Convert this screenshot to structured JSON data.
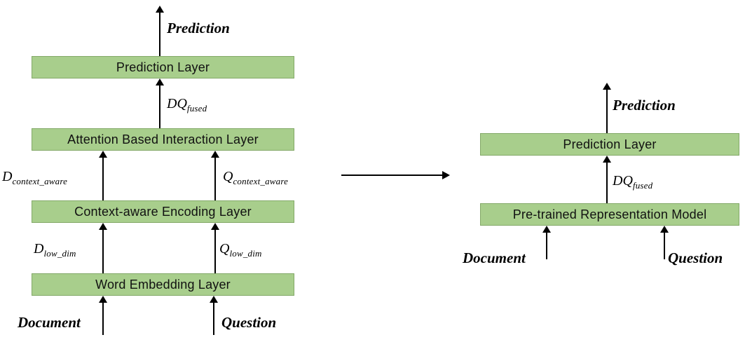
{
  "colors": {
    "box_fill": "#A8CE8C",
    "box_border": "#83A968"
  },
  "left": {
    "top_label": "Prediction",
    "boxes": {
      "prediction": "Prediction Layer",
      "attention": "Attention Based Interaction Layer",
      "context": "Context-aware Encoding Layer",
      "word": "Word Embedding Layer"
    },
    "edge_labels": {
      "dq_fused": {
        "base": "DQ",
        "sub": "fused"
      },
      "d_context": {
        "base": "D",
        "sub": "context_aware"
      },
      "q_context": {
        "base": "Q",
        "sub": "context_aware"
      },
      "d_low": {
        "base": "D",
        "sub": "low_dim"
      },
      "q_low": {
        "base": "Q",
        "sub": "low_dim"
      }
    },
    "inputs": {
      "document": "Document",
      "question": "Question"
    }
  },
  "right": {
    "top_label": "Prediction",
    "boxes": {
      "prediction": "Prediction Layer",
      "pretrained": "Pre-trained Representation Model"
    },
    "edge_labels": {
      "dq_fused": {
        "base": "DQ",
        "sub": "fused"
      }
    },
    "inputs": {
      "document": "Document",
      "question": "Question"
    }
  }
}
